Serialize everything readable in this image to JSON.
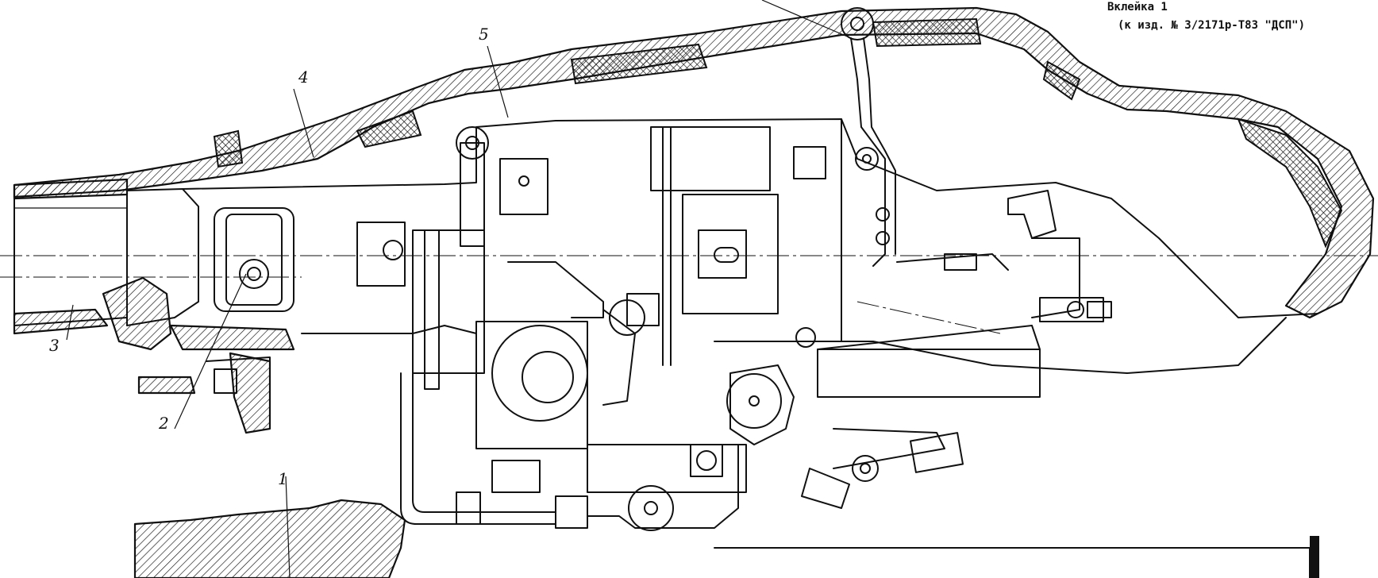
{
  "header": {
    "line1": "Вклейка 1",
    "line2": "(к изд. № 3/2171р-Т83 \"ДСП\")"
  },
  "callouts": [
    "1",
    "2",
    "3",
    "4",
    "5"
  ]
}
